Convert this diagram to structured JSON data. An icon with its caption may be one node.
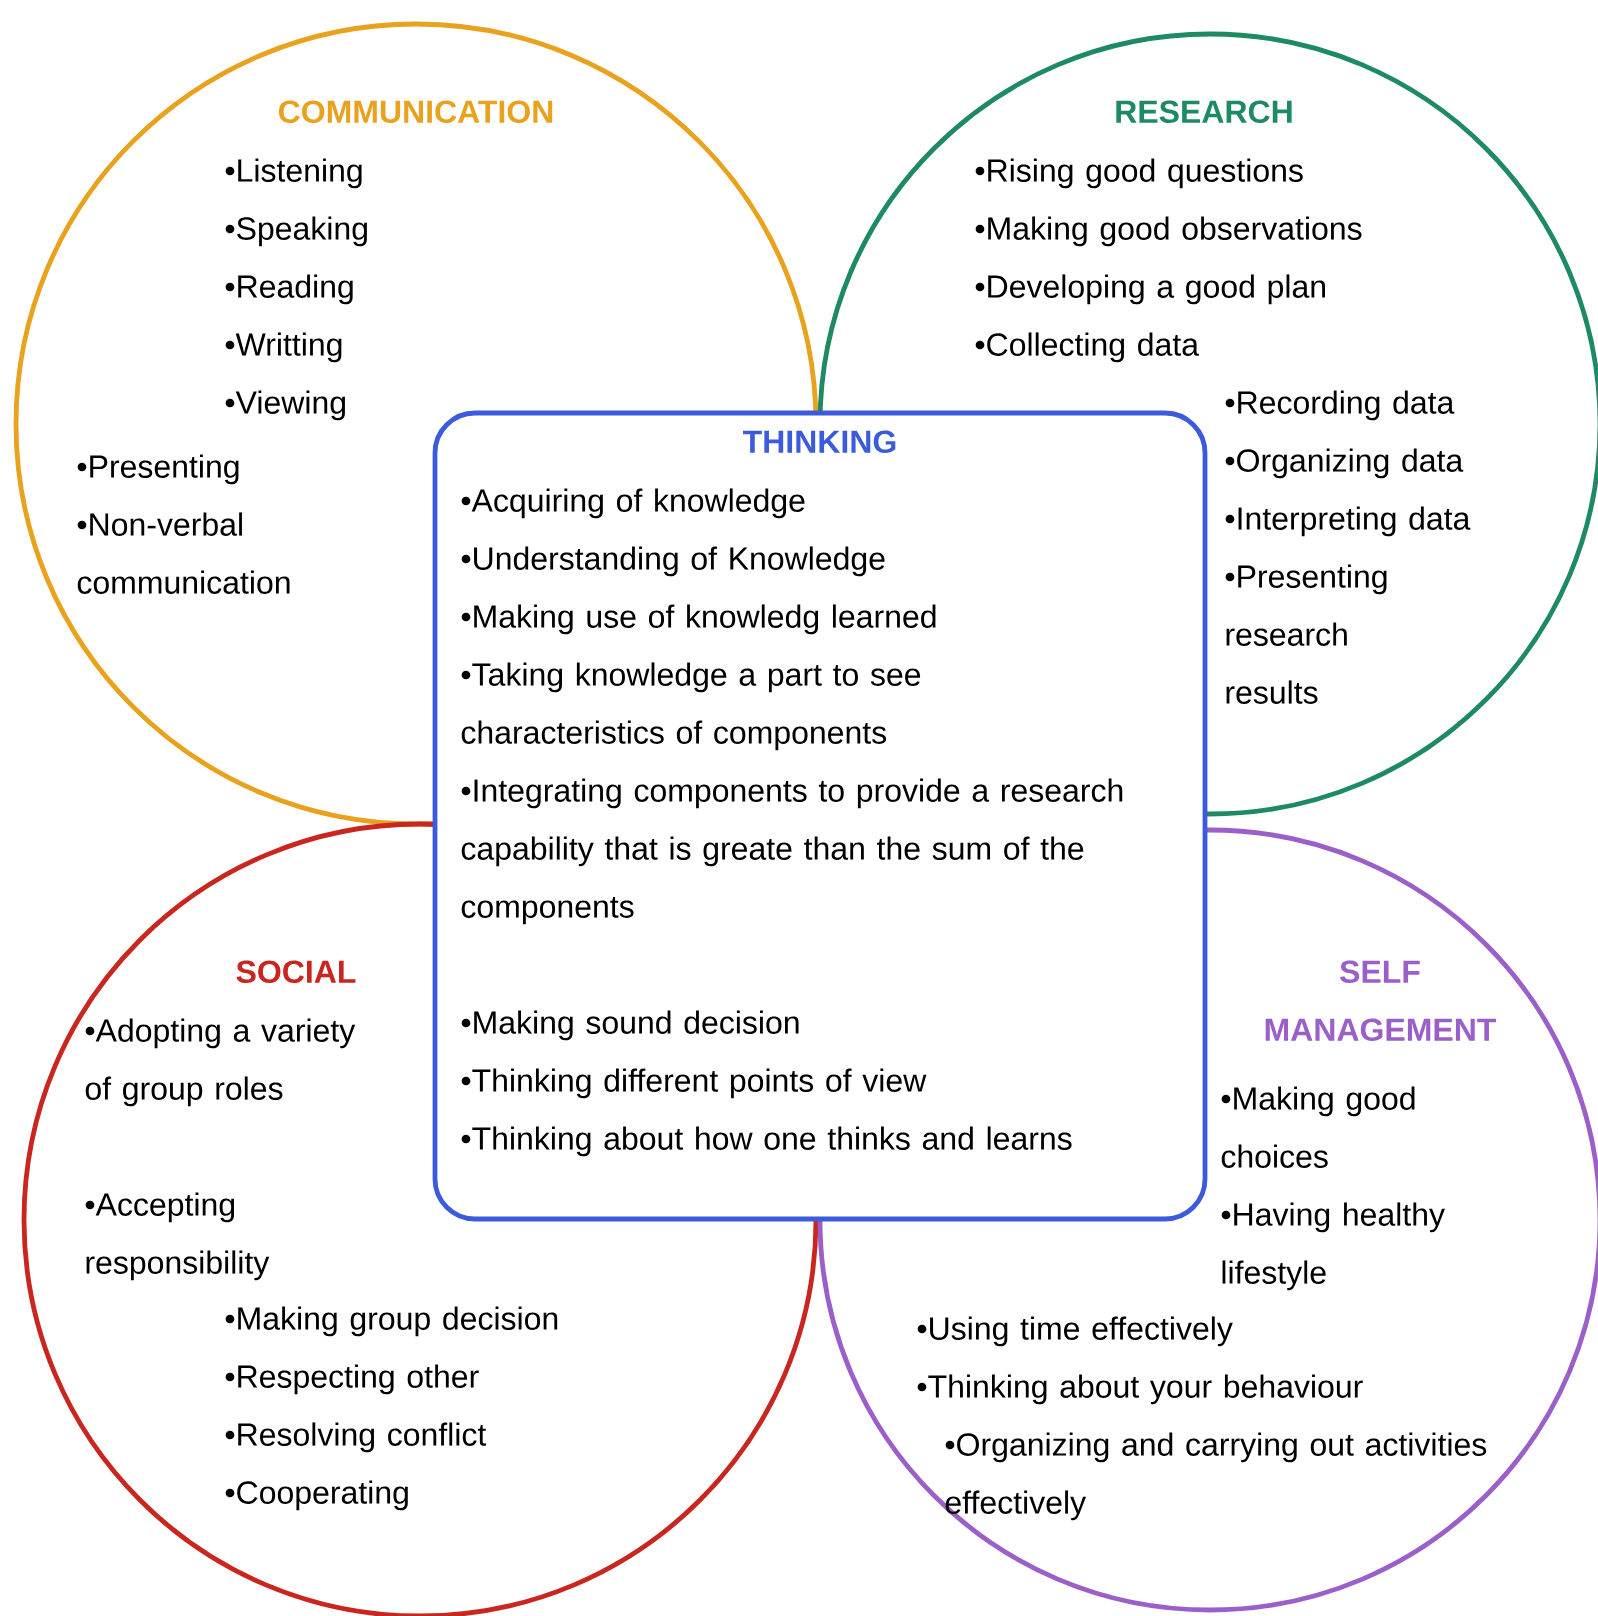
{
  "diagram": {
    "nodes": [
      {
        "text": [
          "COMMUNICATION",
          "•Listening",
          "•Speaking",
          "•Reading",
          "•Writting",
          "•Viewing",
          "•Presenting",
          "•Non-verbal communication"
        ]
      },
      {
        "text": [
          "RESEARCH",
          "•Rising good questions",
          "•Making good observations",
          "•Developing a good plan",
          "•Collecting data",
          "•Recording data",
          "•Organizing data",
          "•Interpreting data",
          "•Presenting research results"
        ]
      },
      {
        "text": [
          "THINKING",
          "•Acquiring of knowledge",
          "•Understanding of Knowledge",
          "•Making use of knowledg learned",
          "•Taking knowledge a part to see characteristics of components",
          "•Integrating components to provide a research capability that is greate than the sum of the components",
          "•Making sound decision",
          "•Thinking different points of view",
          "•Thinking about how one thinks and learns"
        ]
      },
      {
        "text": [
          "SOCIAL",
          "•Adopting a variety of group roles",
          "•Accepting responsibility",
          "•Making group decision",
          "•Respecting other",
          "•Resolving conflict",
          "•Cooperating"
        ]
      },
      {
        "text": [
          "SELF MANAGEMENT",
          "•Making good choices",
          "•Having healthy lifestyle",
          "•Using time effectively",
          "•Thinking about your behaviour",
          "•Organizing and carrying out activities effectively"
        ]
      }
    ],
    "edges": []
  }
}
